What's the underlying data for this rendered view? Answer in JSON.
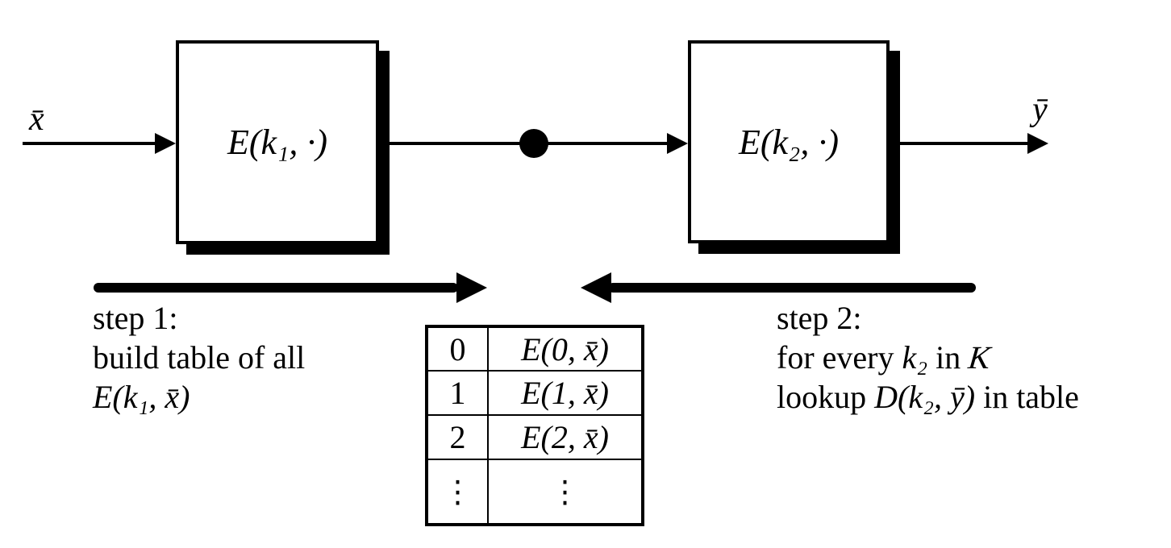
{
  "diagram": {
    "title_semantic": "meet-in-the-middle attack on double encryption",
    "ink_color": "#000000",
    "background_color": "#ffffff",
    "input_label": "x̄",
    "output_label": "ȳ",
    "box1_label": "E(k₁, ·)",
    "box2_label": "E(k₂, ·)",
    "step1": {
      "line1": "step 1:",
      "line2": "build table of all",
      "line3": "E(k₁, x̄)"
    },
    "step2": {
      "line1": "step 2:",
      "line2_pre": "for every ",
      "line2_key": "k₂",
      "line2_mid": " in ",
      "line2_set": "K",
      "line3_pre": "lookup ",
      "line3_expr": "D(k₂, ȳ)",
      "line3_post": " in table"
    },
    "table": {
      "rows": [
        {
          "key": "0",
          "value": "E(0, x̄)"
        },
        {
          "key": "1",
          "value": "E(1, x̄)"
        },
        {
          "key": "2",
          "value": "E(2, x̄)"
        },
        {
          "key": "⋮",
          "value": "⋮"
        }
      ]
    }
  }
}
